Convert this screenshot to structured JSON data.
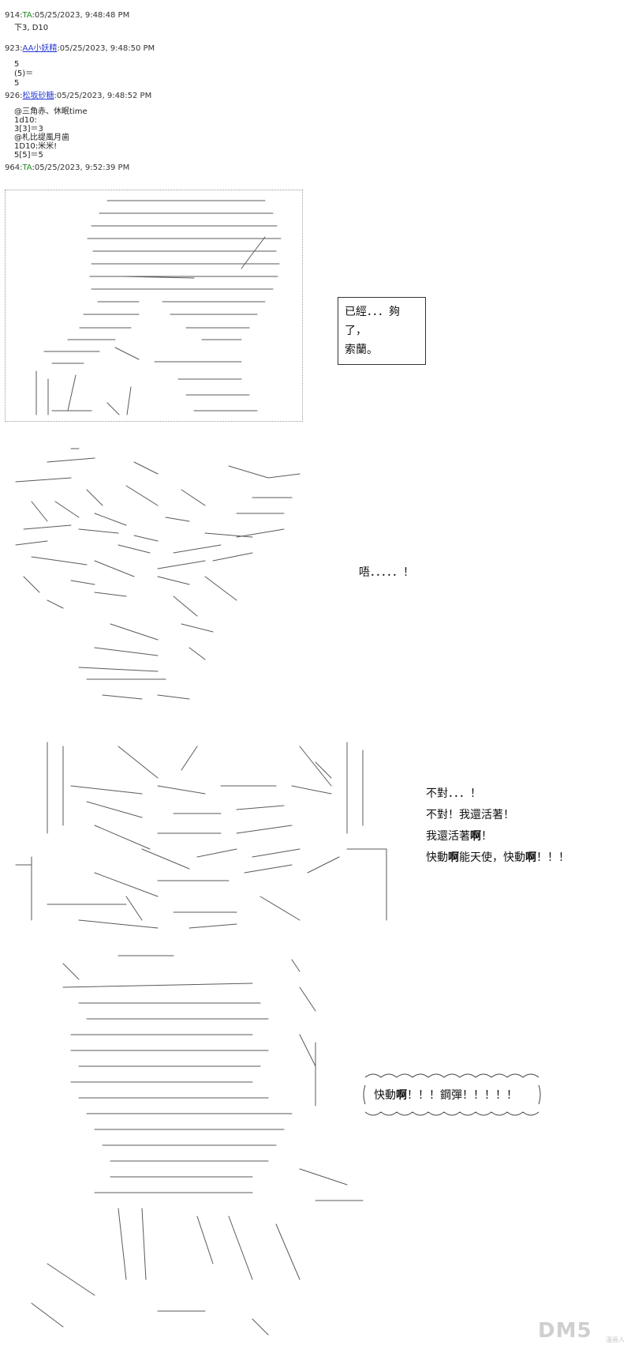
{
  "posts": [
    {
      "num": "914:",
      "name": "TA",
      "name_style": "plain",
      "meta": ":05/25/2023, 9:48:48 PM",
      "body": "下3, D10"
    },
    {
      "num": "923:",
      "name": "AA小妖精",
      "name_style": "link",
      "meta": ":05/25/2023, 9:48:50 PM",
      "body": "5\n(5)＝\n5"
    },
    {
      "num": "926:",
      "name": "松坂砂糖",
      "name_style": "link",
      "meta": ":05/25/2023, 9:48:52 PM",
      "body": "@三角赤、休眠time\n1d10:\n3[3]＝3\n@札比缇風月歯\n1D10:米米!\n5[5]＝5"
    },
    {
      "num": "964:",
      "name": "TA",
      "name_style": "plain",
      "meta": ":05/25/2023, 9:52:39 PM",
      "body": ""
    }
  ],
  "panel1": {
    "box_lines": [
      "已經．．．夠了，",
      "索蘭。"
    ]
  },
  "panel2": {
    "speech": "唔．．．．．！"
  },
  "panel3": {
    "lines": [
      {
        "plain": "不對．．．！"
      },
      {
        "plain": "不對！我還活著！"
      },
      {
        "pre": "我還活著",
        "bold": "啊",
        "post": "！"
      },
      {
        "pre": "快動",
        "bold": "啊",
        "mid": "能天使，快動",
        "bold2": "啊",
        "post": "！！！"
      }
    ]
  },
  "panel4": {
    "shout_pre": "快動",
    "shout_bold": "啊",
    "shout_post": "！！！鋼彈！！！！！"
  },
  "watermark": {
    "logo_text": "DM5",
    "logo_sub": "漫画人"
  }
}
